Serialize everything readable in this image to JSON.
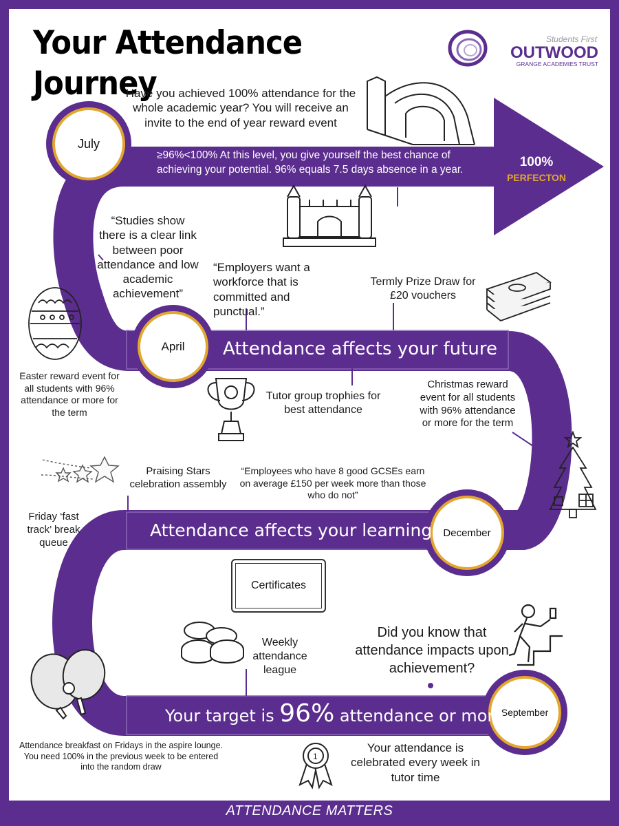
{
  "header": {
    "title": "Your Attendance Journey",
    "logo": {
      "tagline": "Students First",
      "name": "OUTWOOD",
      "sub": "GRANGE ACADEMIES TRUST"
    }
  },
  "months": {
    "july": "July",
    "april": "April",
    "december": "December",
    "september": "September"
  },
  "arrow": {
    "value": "100%",
    "label": "PERFECTON"
  },
  "bands": {
    "top": "≥96%<100% At this level, you give yourself the best chance of achieving your potential. 96% equals 7.5 days absence in a year.",
    "future": "Attendance affects your future",
    "learning": "Attendance affects your learning",
    "target_pre": "Your target is ",
    "target_value": "96%",
    "target_post": " attendance or more"
  },
  "notes": {
    "full_year": "Have you achieved 100% attendance for the whole academic year? You will receive an invite to the end of year reward event",
    "studies": "“Studies show there is a clear link between poor attendance and low academic achievement”",
    "employers": "“Employers want a workforce that is committed and punctual.”",
    "prize_draw": "Termly Prize Draw for £20 vouchers",
    "easter": "Easter reward event for all students with 96% attendance or more for the term",
    "trophies": "Tutor group trophies for best attendance",
    "christmas": "Christmas reward event for all students with 96% attendance or more for the term",
    "praising": "Praising Stars celebration assembly",
    "gcse": "“Employees who have 8 good GCSEs earn on average £150 per week more than those who do not”",
    "friday": "Friday ‘fast track’ break queue",
    "certificates": "Certificates",
    "weekly": "Weekly attendance league",
    "did_you_know": "Did you know that attendance impacts upon achievement?",
    "breakfast": "Attendance breakfast on Fridays in the aspire lounge. You need 100% in the previous week to be entered into the random draw",
    "celebrated": "Your attendance is celebrated every week in tutor time"
  },
  "footer": "ATTENDANCE MATTERS",
  "colors": {
    "purple": "#5b2d8e",
    "gold": "#e3a72f",
    "white": "#ffffff"
  },
  "icons": [
    "bouncy-slide-icon",
    "bouncy-castle-icon",
    "cash-stack-icon",
    "easter-egg-icon",
    "trophy-icon",
    "christmas-tree-icon",
    "shooting-stars-icon",
    "certificate-icon",
    "biscuits-icon",
    "climbing-person-icon",
    "ping-pong-icon",
    "rosette-icon"
  ]
}
